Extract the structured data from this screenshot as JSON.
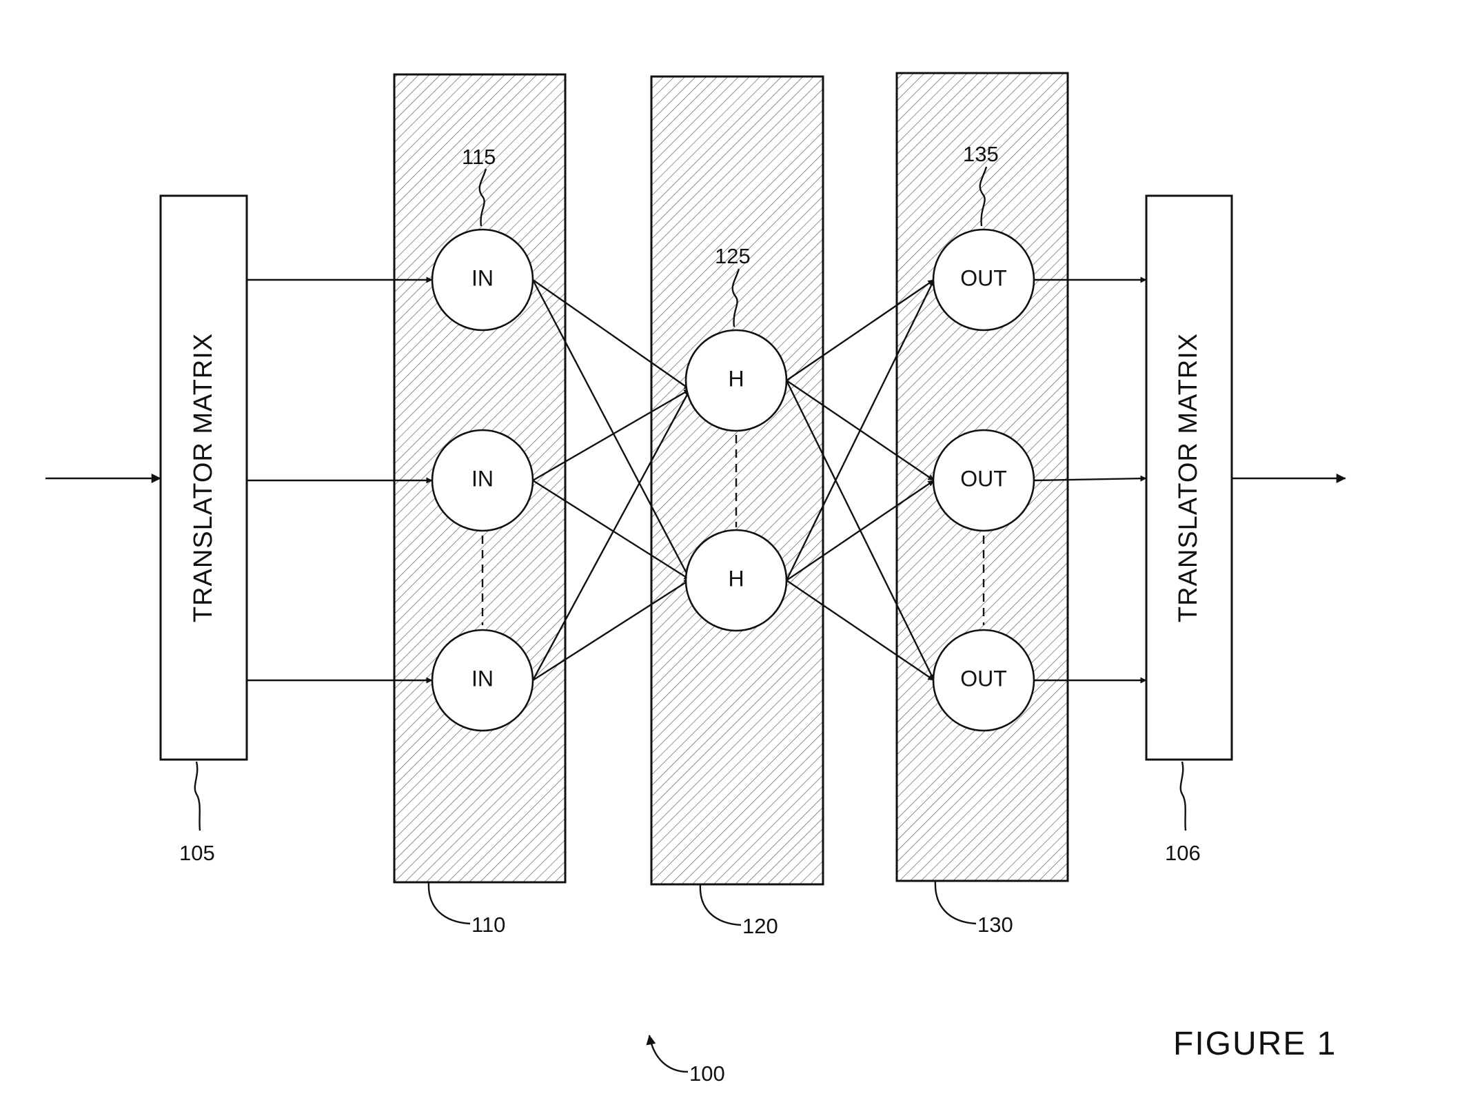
{
  "figure": {
    "title": "FIGURE 1",
    "ref": "100"
  },
  "translators": {
    "left": {
      "label": "TRANSLATOR MATRIX",
      "ref": "105"
    },
    "right": {
      "label": "TRANSLATOR MATRIX",
      "ref": "106"
    }
  },
  "layers": {
    "input": {
      "ref": "110",
      "node_ref": "115",
      "node_label": "IN",
      "node_count_shown": 3
    },
    "hidden": {
      "ref": "120",
      "node_ref": "125",
      "node_label": "H",
      "node_count_shown": 2
    },
    "output": {
      "ref": "130",
      "node_ref": "135",
      "node_label": "OUT",
      "node_count_shown": 3
    }
  },
  "nodes": {
    "in_1": "IN",
    "in_2": "IN",
    "in_3": "IN",
    "h_1": "H",
    "h_2": "H",
    "out_1": "OUT",
    "out_2": "OUT",
    "out_3": "OUT"
  }
}
